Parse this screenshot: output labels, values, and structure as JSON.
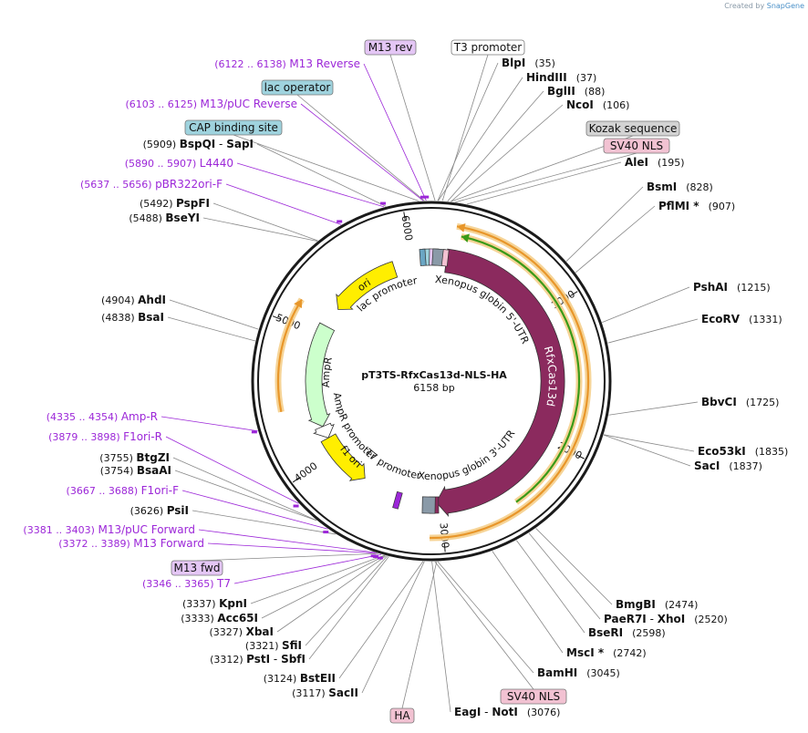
{
  "credit": {
    "prefix": "Created by",
    "brand": "SnapGene"
  },
  "plasmid": {
    "name": "pT3TS-RfxCas13d-NLS-HA",
    "length": "6158 bp",
    "total_bp": 6158
  },
  "ticks": [
    "1000",
    "2000",
    "3000",
    "4000",
    "5000",
    "6000"
  ],
  "arc_features": [
    {
      "name": "Xenopus globin 5'-UTR",
      "start": 35,
      "end": 88
    },
    {
      "name": "RfxCas13d",
      "start": 120,
      "end": 3040
    },
    {
      "name": "Xenopus globin 3'-UTR",
      "start": 3076,
      "end": 3117
    },
    {
      "name": "T7 promoter",
      "start": 3346,
      "end": 3365
    },
    {
      "name": "f1 ori",
      "start": 3667,
      "end": 4125
    },
    {
      "name": "AmpR promoter",
      "start": 4125,
      "end": 4230
    },
    {
      "name": "AmpR",
      "start": 4230,
      "end": 5090
    },
    {
      "name": "ori",
      "start": 5260,
      "end": 5848
    },
    {
      "name": "lac promoter",
      "start": 6000,
      "end": 6080
    }
  ],
  "label_features": {
    "m13_rev": "M13 rev",
    "t3_promoter": "T3 promoter",
    "lac_operator": "lac operator",
    "cap_site": "CAP binding site",
    "kozak": "Kozak sequence",
    "sv40_nls_top": "SV40 NLS",
    "m13_fwd": "M13 fwd",
    "ha": "HA",
    "sv40_nls_bottom": "SV40 NLS"
  },
  "primers": [
    {
      "range": "(6122 .. 6138)",
      "name": "M13 Reverse"
    },
    {
      "range": "(6103 .. 6125)",
      "name": "M13/pUC Reverse"
    },
    {
      "range": "(5890 .. 5907)",
      "name": "L4440"
    },
    {
      "range": "(5637 .. 5656)",
      "name": "pBR322ori-F"
    },
    {
      "range": "(4335 .. 4354)",
      "name": "Amp-R"
    },
    {
      "range": "(3879 .. 3898)",
      "name": "F1ori-R"
    },
    {
      "range": "(3667 .. 3688)",
      "name": "F1ori-F"
    },
    {
      "range": "(3381 .. 3403)",
      "name": "M13/pUC Forward"
    },
    {
      "range": "(3372 .. 3389)",
      "name": "M13 Forward"
    },
    {
      "range": "(3346 .. 3365)",
      "name": "T7"
    }
  ],
  "sites_right": [
    {
      "name": "BlpI",
      "pos": "(35)"
    },
    {
      "name": "HindIII",
      "pos": "(37)"
    },
    {
      "name": "BglII",
      "pos": "(88)"
    },
    {
      "name": "NcoI",
      "pos": "(106)"
    },
    {
      "name": "AleI",
      "pos": "(195)"
    },
    {
      "name": "BsmI",
      "pos": "(828)"
    },
    {
      "name": "PflMI *",
      "pos": "(907)"
    },
    {
      "name": "PshAI",
      "pos": "(1215)"
    },
    {
      "name": "EcoRV",
      "pos": "(1331)"
    },
    {
      "name": "BbvCI",
      "pos": "(1725)"
    },
    {
      "name": "Eco53kI",
      "pos": "(1835)"
    },
    {
      "name": "SacI",
      "pos": "(1837)"
    },
    {
      "name": "BmgBI",
      "pos": "(2474)"
    },
    {
      "name": "PaeR7I",
      "name2": "XhoI",
      "pos": "(2520)"
    },
    {
      "name": "BseRI",
      "pos": "(2598)"
    },
    {
      "name": "MscI *",
      "pos": "(2742)"
    },
    {
      "name": "BamHI",
      "pos": "(3045)"
    },
    {
      "name": "EagI",
      "name2": "NotI",
      "pos": "(3076)"
    }
  ],
  "sites_left": [
    {
      "name": "BspQI",
      "name2": "SapI",
      "pos": "(5909)"
    },
    {
      "name": "PspFI",
      "pos": "(5492)"
    },
    {
      "name": "BseYI",
      "pos": "(5488)"
    },
    {
      "name": "AhdI",
      "pos": "(4904)"
    },
    {
      "name": "BsaI",
      "pos": "(4838)"
    },
    {
      "name": "BtgZI",
      "pos": "(3755)"
    },
    {
      "name": "BsaAI",
      "pos": "(3754)"
    },
    {
      "name": "PsiI",
      "pos": "(3626)"
    },
    {
      "name": "KpnI",
      "pos": "(3337)"
    },
    {
      "name": "Acc65I",
      "pos": "(3333)"
    },
    {
      "name": "XbaI",
      "pos": "(3327)"
    },
    {
      "name": "SfiI",
      "pos": "(3321)"
    },
    {
      "name": "PstI",
      "name2": "SbfI",
      "pos": "(3312)"
    },
    {
      "name": "BstEII",
      "pos": "(3124)"
    },
    {
      "name": "SacII",
      "pos": "(3117)"
    }
  ],
  "colors": {
    "backbone": "#1a1a1a",
    "cds": "#8b2a5e",
    "ori": "#ffee00",
    "ampr": "#ccffcc",
    "primer": "#9c27d8",
    "orf_orange": "#e8962a",
    "orf_green": "#3a9a18",
    "promoter_gray": "#8a9aa8",
    "label_purple_bg": "#e4c6f5",
    "label_teal_bg": "#9fd3de",
    "label_gray_bg": "#d3d3d3",
    "label_pink_bg": "#f2c2d2"
  }
}
